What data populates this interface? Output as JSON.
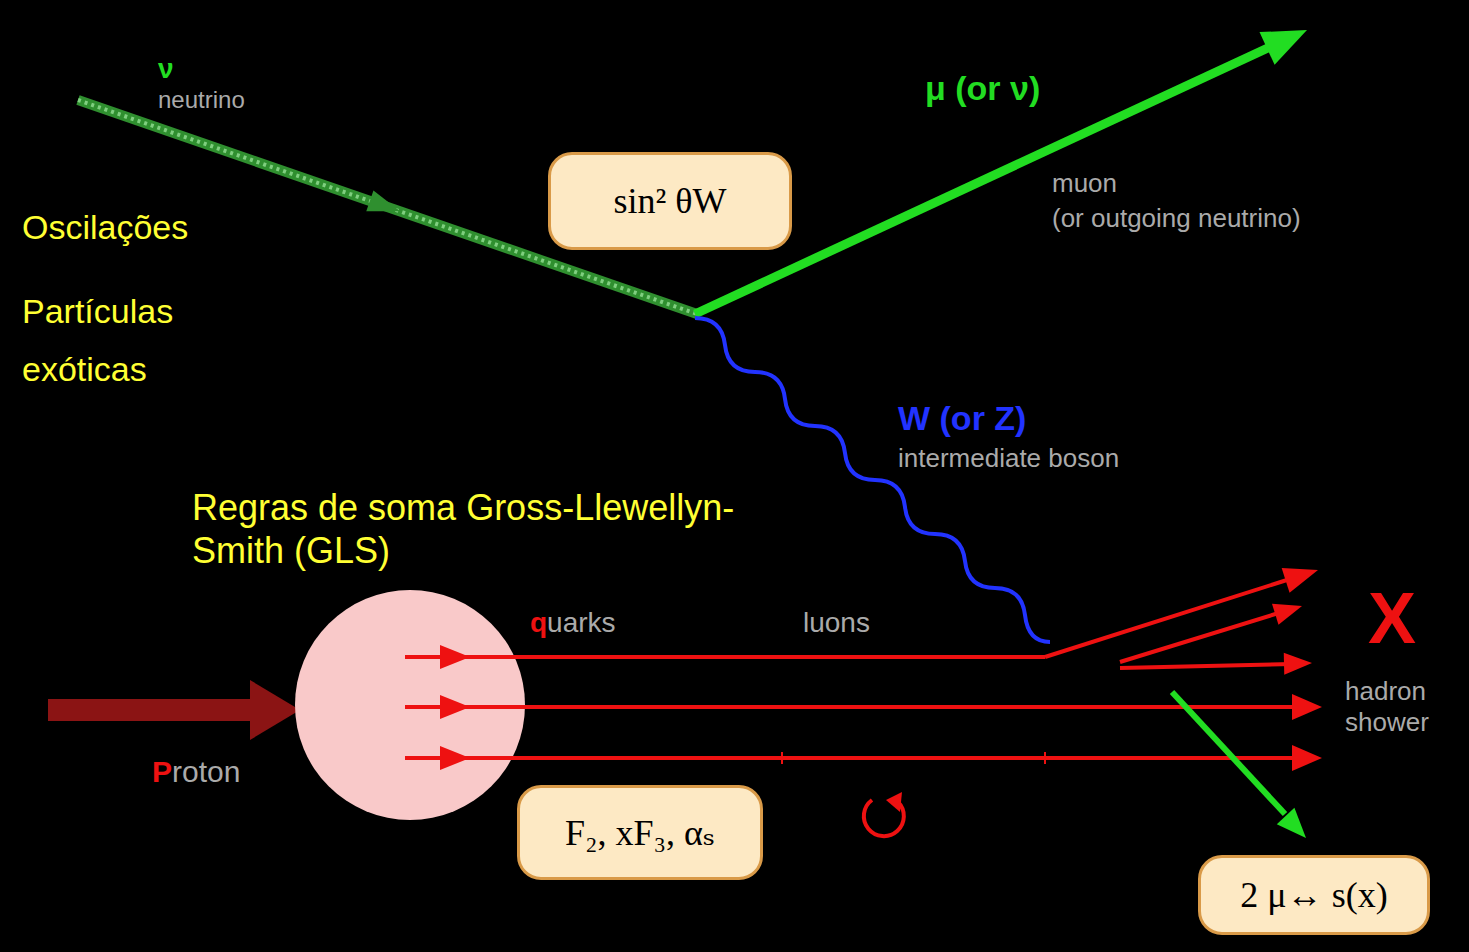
{
  "diagram": {
    "nodes": [
      {
        "text": [
          "Oscilações",
          "Partículas exóticas"
        ]
      },
      {
        "text": [
          "sin² θW"
        ]
      },
      {
        "text": [
          "F₂, xF₃, αₛ"
        ]
      },
      {
        "text": [
          "2 μ↔ s(x)"
        ]
      }
    ],
    "labels": [
      "ν",
      "neutrino",
      "μ (or ν)",
      "muon",
      "(or outgoing neutrino)",
      "W (or Z)",
      "intermediate boson",
      "Regras de soma Gross-Llewellyn-Smith (GLS)",
      "quarks",
      "luons",
      "X",
      "hadron shower",
      "Proton"
    ]
  }
}
